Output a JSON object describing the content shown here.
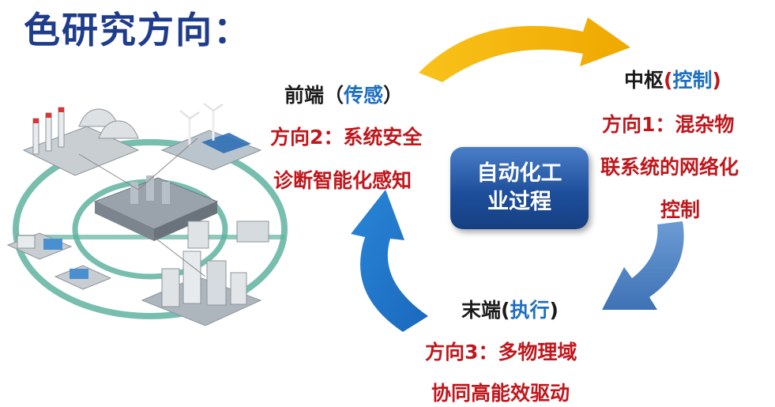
{
  "title": "色研究方向：",
  "front": {
    "head_prefix": "前端（",
    "head_key": "传感",
    "head_suffix": "）",
    "line1": "方向2：系统安全",
    "line2": "诊断智能化感知"
  },
  "hub": {
    "head_prefix": "中枢",
    "head_paren_open": "(",
    "head_key": "控制",
    "head_paren_close": ")",
    "line1": "方向1：混杂物",
    "line2": "联系统的网络化",
    "line3": "控制"
  },
  "end": {
    "head_prefix": "末端",
    "head_paren_open": "(",
    "head_key": "执行",
    "head_paren_close": ")",
    "line1": "方向3：多物理域",
    "line2": "协同高能效驱动"
  },
  "center": {
    "line1": "自动化工",
    "line2": "业过程"
  },
  "colors": {
    "title": "#1f3c8c",
    "arrow_top": "#f5b800",
    "arrow_right": "#4f86c6",
    "arrow_left": "#1d74c8",
    "red_text": "#c0171c",
    "blue_text": "#1f6fc0"
  }
}
